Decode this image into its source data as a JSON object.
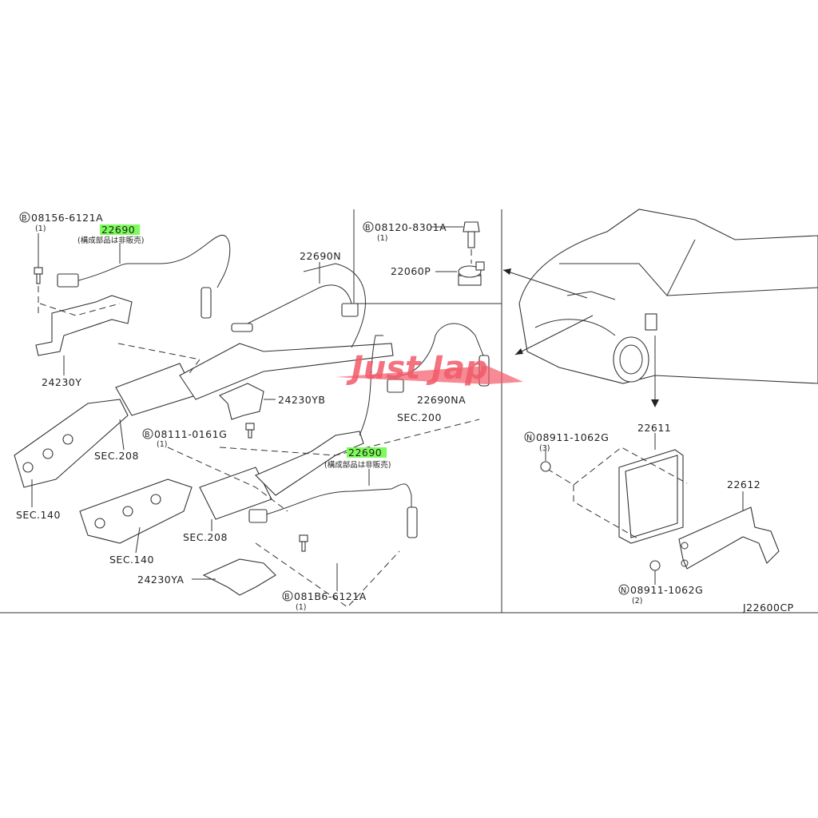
{
  "labels": {
    "bolt_top_left": "08156-6121A",
    "bolt_top_left_qty": "(1)",
    "sensor_top": "22690",
    "sensor_top_note": "(構成部品は非販売)",
    "sensor_n": "22690N",
    "bracket_y": "24230Y",
    "bracket_yb": "24230YB",
    "sensor_na": "22690NA",
    "sec200": "SEC.200",
    "bolt_mid": "08111-0161G",
    "bolt_mid_qty": "(1)",
    "sec208_a": "SEC.208",
    "sensor_bottom": "22690",
    "sensor_bottom_note": "(構成部品は非販売)",
    "sec140_a": "SEC.140",
    "sec208_b": "SEC.208",
    "sec140_b": "SEC.140",
    "bracket_ya": "24230YA",
    "bolt_bottom": "081B6-6121A",
    "bolt_bottom_qty": "(1)",
    "bolt_knock": "08120-8301A",
    "bolt_knock_qty": "(1)",
    "knock_sensor": "22060P",
    "nut_top": "08911-1062G",
    "nut_top_qty": "(3)",
    "ecu": "22611",
    "ecu_bracket": "22612",
    "nut_bottom": "08911-1062G",
    "nut_bottom_qty": "(2)",
    "diagram_code": "J22600CP"
  },
  "markers": {
    "bolt": "B",
    "nut": "N"
  },
  "watermark": "Just Jap",
  "colors": {
    "highlight": "#7CFC5A",
    "watermark": "#f25a6a",
    "line": "#333333"
  }
}
